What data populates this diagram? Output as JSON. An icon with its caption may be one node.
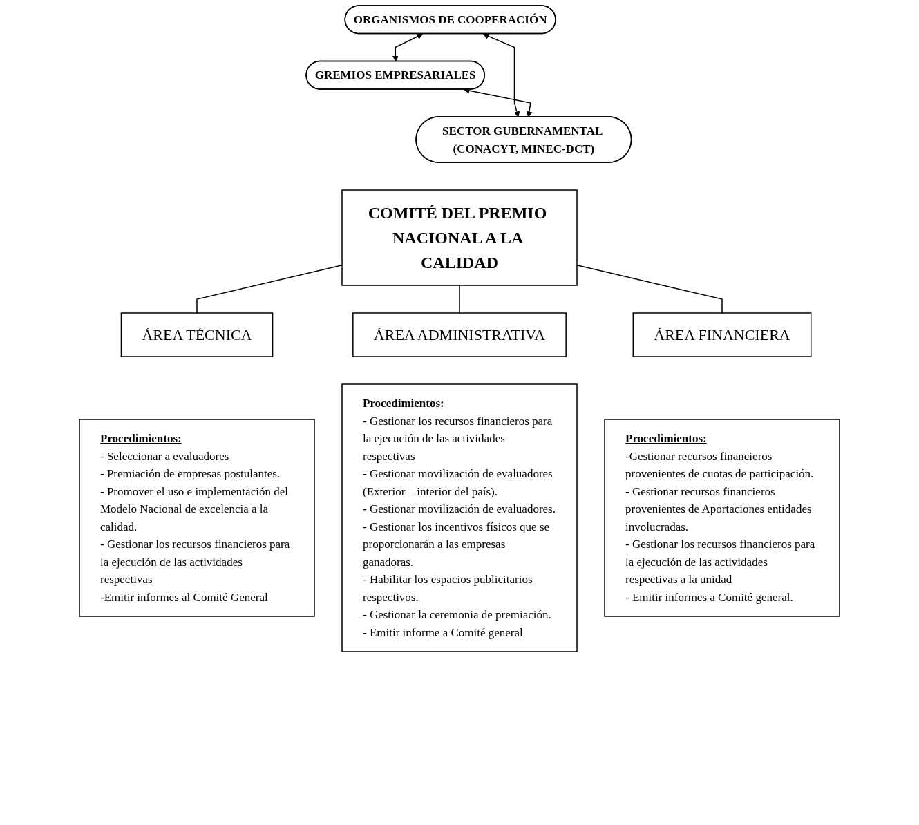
{
  "diagram": {
    "nodes": [
      {
        "text": [
          "ORGANISMOS DE COOPERACIÓN"
        ]
      },
      {
        "text": [
          "GREMIOS EMPRESARIALES"
        ]
      },
      {
        "text": [
          "SECTOR GUBERNAMENTAL (CONACYT, MINEC-DCT)"
        ]
      },
      {
        "text": [
          "COMITÉ DEL PREMIO NACIONAL A LA CALIDAD"
        ]
      },
      {
        "text": [
          "ÁREA TÉCNICA"
        ]
      },
      {
        "text": [
          "ÁREA ADMINISTRATIVA"
        ]
      },
      {
        "text": [
          "ÁREA FINANCIERA"
        ]
      },
      {
        "text": [
          "Procedimientos:",
          "- Seleccionar a evaluadores",
          "- Premiación de empresas postulantes.",
          "- Promover el uso e implementación del Modelo Nacional de excelencia a la calidad.",
          "- Gestionar los recursos financieros para la ejecución de las actividades respectivas",
          "-Emitir informes al Comité General"
        ]
      },
      {
        "text": [
          "Procedimientos:",
          "- Gestionar los recursos financieros para la ejecución de las actividades respectivas",
          "- Gestionar movilización de evaluadores (Exterior – interior del país).",
          "- Gestionar movilización de evaluadores.",
          "- Gestionar los incentivos físicos que se proporcionarán a las empresas ganadoras.",
          "- Habilitar los espacios publicitarios respectivos.",
          "- Gestionar la ceremonia de premiación.",
          "- Emitir informe a Comité general"
        ]
      },
      {
        "text": [
          "Procedimientos:",
          "-Gestionar recursos financieros provenientes de cuotas de participación.",
          "- Gestionar recursos financieros provenientes de Aportaciones entidades involucradas.",
          "- Gestionar los recursos financieros para la ejecución de las actividades respectivas a la unidad",
          "- Emitir informes a Comité general."
        ]
      }
    ],
    "edges": [
      {
        "from": 0,
        "to": 1,
        "arrow": "both"
      },
      {
        "from": 0,
        "to": 2,
        "arrow": "both"
      },
      {
        "from": 1,
        "to": 2,
        "arrow": "both"
      },
      {
        "from": 3,
        "to": 4,
        "arrow": "none"
      },
      {
        "from": 3,
        "to": 5,
        "arrow": "none"
      },
      {
        "from": 3,
        "to": 6,
        "arrow": "none"
      }
    ]
  }
}
